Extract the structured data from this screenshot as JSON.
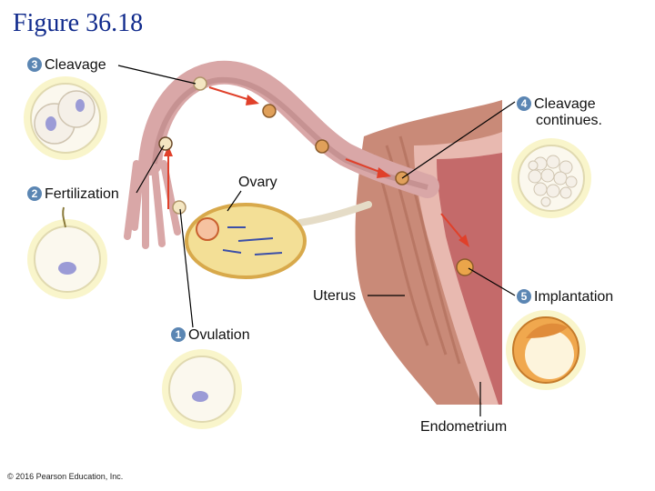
{
  "figure": {
    "title": "Figure 36.18"
  },
  "labels": {
    "step3": {
      "num": "3",
      "text": "Cleavage"
    },
    "step4": {
      "num": "4",
      "text_line1": "Cleavage",
      "text_line2": "continues."
    },
    "step2": {
      "num": "2",
      "text": "Fertilization"
    },
    "step1": {
      "num": "1",
      "text": "Ovulation"
    },
    "step5": {
      "num": "5",
      "text": "Implantation"
    },
    "ovary": "Ovary",
    "uterus": "Uterus",
    "endometrium": "Endometrium"
  },
  "copyright": "© 2016 Pearson Education, Inc.",
  "colors": {
    "title": "#102a8c",
    "step_badge": "#5b86b3",
    "tissue": "#c98a78",
    "tube": "#d9a7a7",
    "ovary": "#f3df96",
    "inset_ring": "#f5efa8",
    "arrow": "#e0402a"
  }
}
